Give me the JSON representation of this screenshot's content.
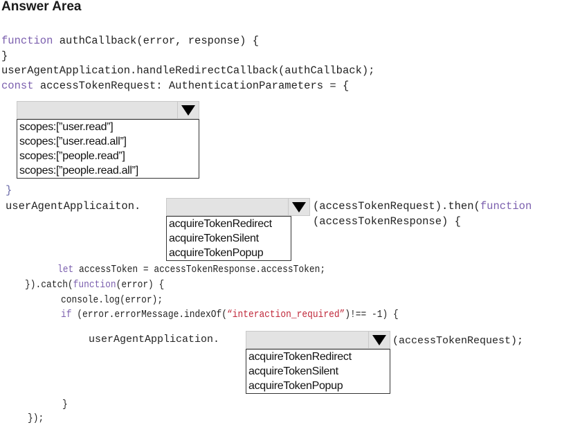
{
  "title": "Answer Area",
  "code": {
    "line1_kw": "function",
    "line1_rest": " authCallback(error, response) {",
    "line2": "}",
    "line3": "userAgentApplication.handleRedirectCallback(authCallback);",
    "line4_kw": "const",
    "line4_rest": " accessTokenRequest: AuthenticationParameters = {",
    "close_brace_1": "}",
    "line_uaa_1": "userAgentApplicaiton.",
    "then_part_a": "(accessTokenRequest).then(",
    "then_part_kw": "function",
    "then_part_b": "(accessTokenResponse) {",
    "let_kw": "let",
    "let_rest": " accessToken = accessTokenResponse.accessToken;",
    "catch_a": "}).catch(",
    "catch_kw": "function",
    "catch_b": "(error) {",
    "console_log": "console.log(error);",
    "if_kw": "if",
    "if_a": " (error.errorMessage.indexOf(",
    "if_str": "“interaction_required”",
    "if_b": ")!== -1) {",
    "line_uaa_2": "userAgentApplication.",
    "line_uaa_2_after": "(accessTokenRequest);",
    "close_inner": "}",
    "close_outer": "});"
  },
  "dropdowns": {
    "scopes": {
      "selected": "",
      "options": [
        "scopes:[”user.read”]",
        "scopes:[”user.read.all”]",
        "scopes:[”people.read”]",
        "scopes:[”people.read.all”]"
      ]
    },
    "method1": {
      "selected": "",
      "options": [
        "acquireTokenRedirect",
        "acquireTokenSilent",
        "acquireTokenPopup"
      ]
    },
    "method2": {
      "selected": "",
      "options": [
        "acquireTokenRedirect",
        "acquireTokenSilent",
        "acquireTokenPopup"
      ]
    }
  },
  "colors": {
    "keyword": "#7b5fae",
    "string": "#c0283a",
    "dropdown_bg": "#e3e3e3"
  }
}
